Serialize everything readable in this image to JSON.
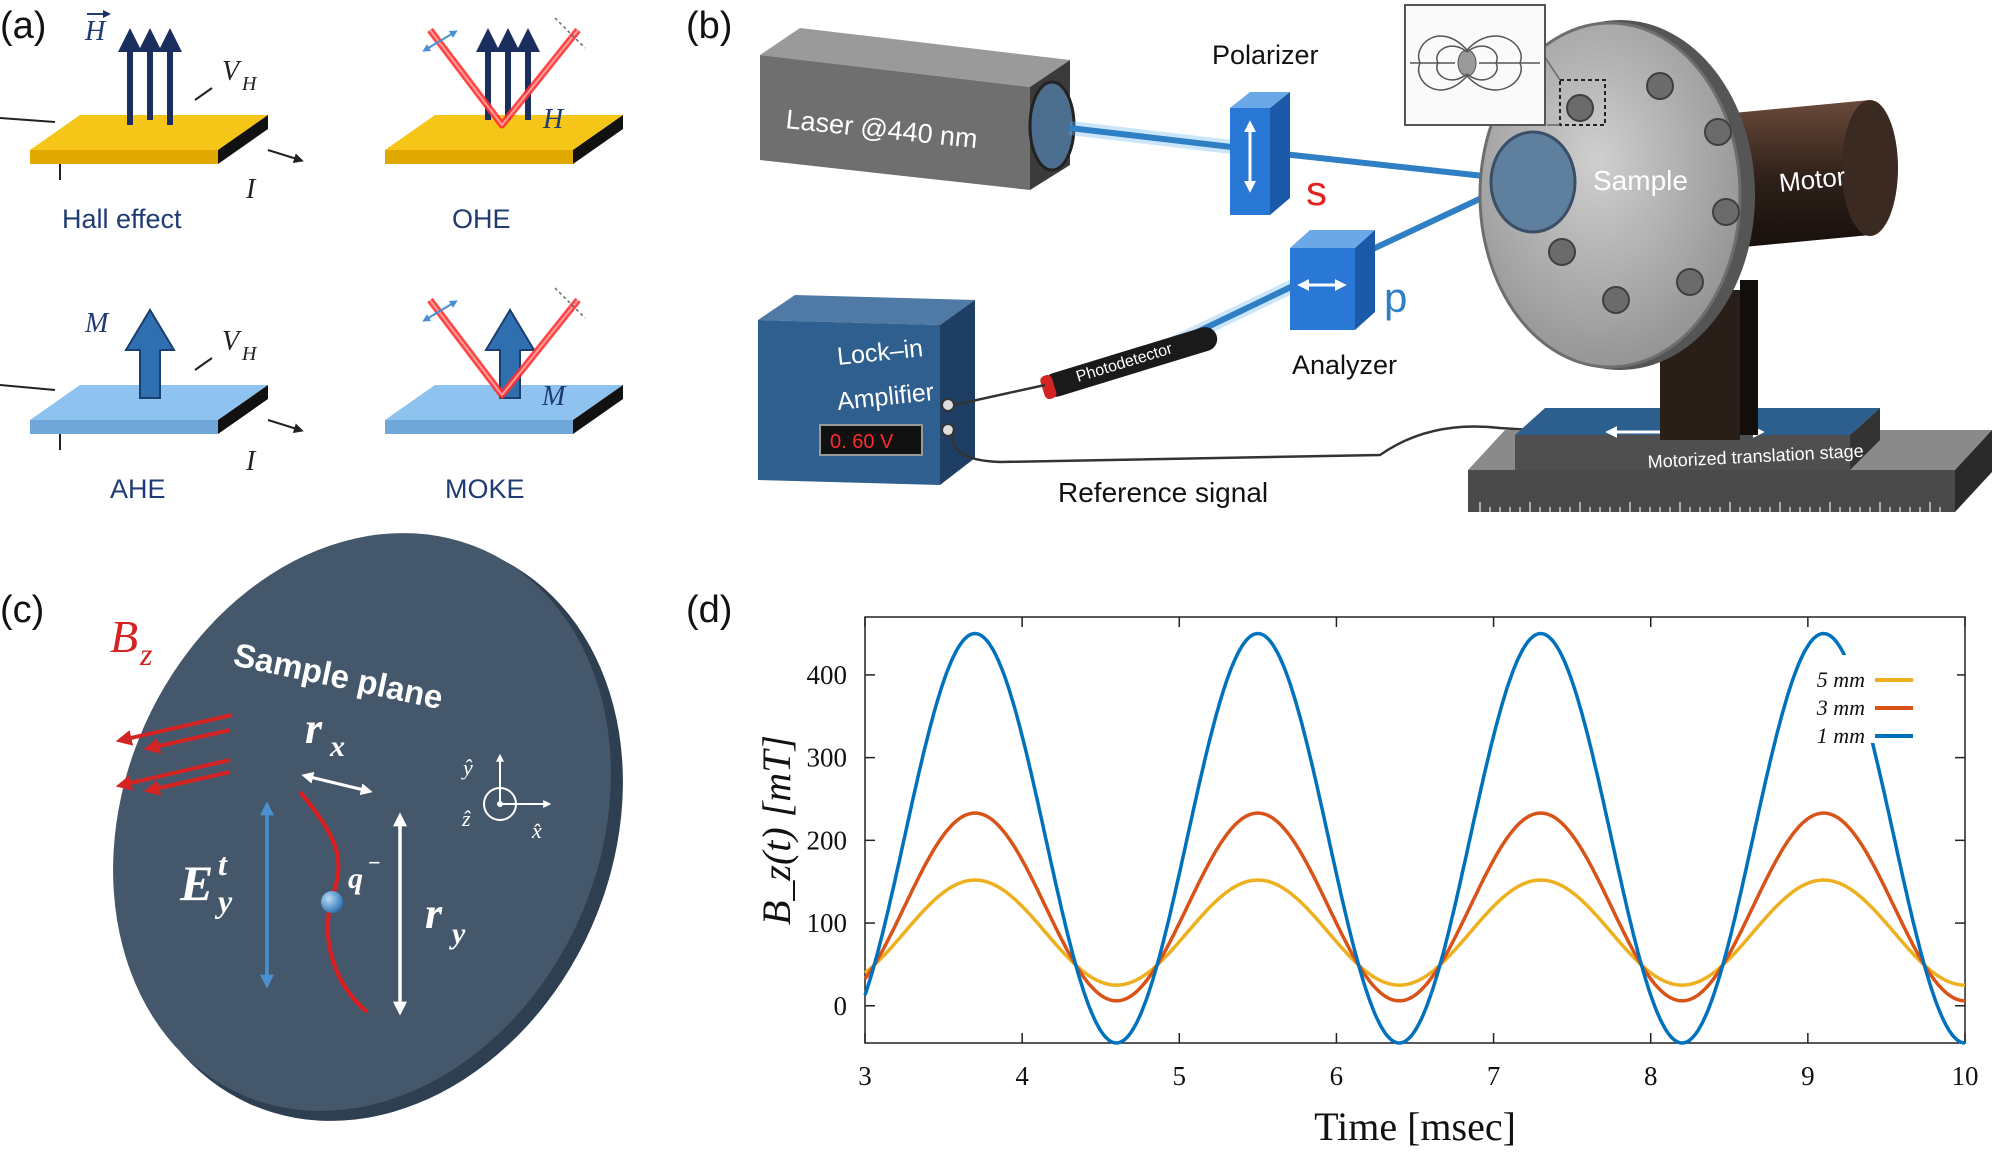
{
  "panels": {
    "a": {
      "label": "(a)",
      "captions": [
        "Hall effect",
        "OHE",
        "AHE",
        "MOKE"
      ],
      "symbols": {
        "H": "H",
        "M": "M",
        "VH_main": "V",
        "VH_sub": "H",
        "I": "I"
      }
    },
    "b": {
      "label": "(b)",
      "laser": "Laser @440 nm",
      "polarizer": "Polarizer",
      "s": "s",
      "p": "p",
      "analyzer": "Analyzer",
      "sample": "Sample",
      "motor": "Motor",
      "lockin_line1": "Lock–in",
      "lockin_line2": "Amplifier",
      "display": "0. 60 V",
      "photodetector": "Photodetector",
      "reference": "Reference signal",
      "stage": "Motorized translation stage"
    },
    "c": {
      "label": "(c)",
      "bz": "B",
      "bz_sub": "z",
      "plane": "Sample plane",
      "rx": "r",
      "rx_sub": "x",
      "ry": "r",
      "ry_sub": "y",
      "ey": "E",
      "ey_sup": "t",
      "ey_sub": "y",
      "q": "q",
      "q_sup": "−",
      "axes": {
        "y": "ŷ",
        "z": "ẑ",
        "x": "x̂"
      }
    },
    "d": {
      "label": "(d)"
    }
  },
  "chart_data": {
    "type": "line",
    "xlabel": "Time [msec]",
    "ylabel": "B_z(t) [mT]",
    "xlim": [
      3,
      10
    ],
    "ylim": [
      -45,
      470
    ],
    "xticks": [
      3,
      4,
      5,
      6,
      7,
      8,
      9,
      10
    ],
    "yticks": [
      0,
      100,
      200,
      300,
      400
    ],
    "legend_position": "top-right",
    "period_ms": 1.8,
    "peak_times_ms": [
      3.7,
      5.5,
      7.3,
      9.1
    ],
    "series": [
      {
        "name": "5 mm",
        "color": "#edb120",
        "max": 152,
        "min": 25
      },
      {
        "name": "3 mm",
        "color": "#d95319",
        "max": 233,
        "min": 6
      },
      {
        "name": "1 mm",
        "color": "#0072bd",
        "max": 450,
        "min": -45
      }
    ]
  }
}
